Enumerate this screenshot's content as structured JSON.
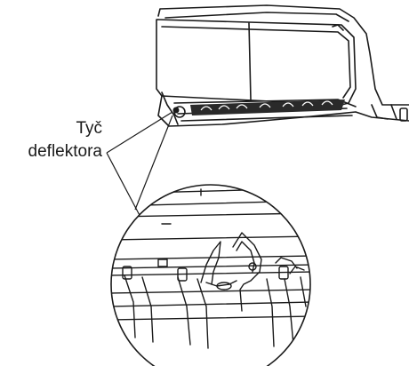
{
  "callout": {
    "line1": "Tyč",
    "line2": "deflektora"
  },
  "colors": {
    "ink": "#1a1a1a",
    "background": "#ffffff",
    "vent_fill": "#2a2a2a"
  },
  "icons": {
    "indoor_unit": "air-conditioner-indoor-unit",
    "magnifier": "zoom-detail-circle"
  }
}
